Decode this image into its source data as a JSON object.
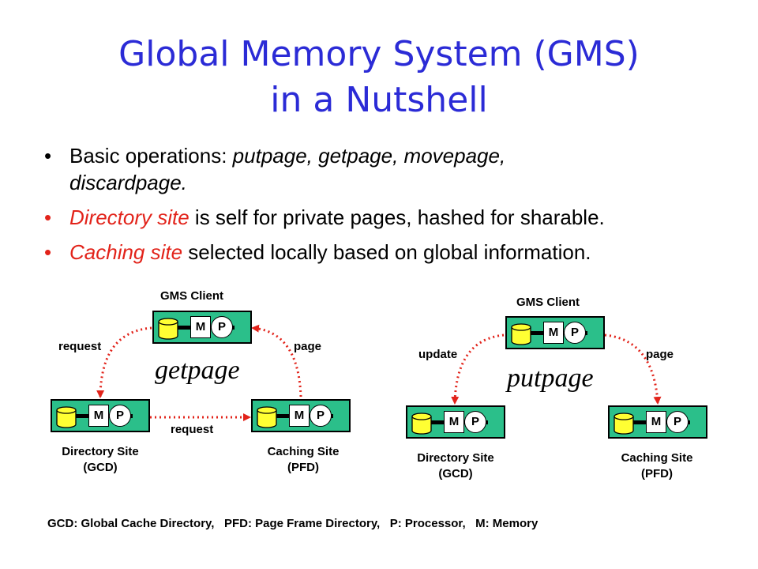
{
  "title": {
    "line1": "Global Memory System (GMS)",
    "line2": "in a Nutshell"
  },
  "bullets": [
    {
      "plain1": "Basic operations: ",
      "em1": "putpage, getpage, movepage,",
      "em2": "discardpage."
    },
    {
      "em": "Directory site",
      "plain": " is self for private pages, hashed for sharable."
    },
    {
      "em": "Caching site",
      "plain": " selected locally based on global information."
    }
  ],
  "bullet_char": "•",
  "node": {
    "memory_label": "M",
    "processor_label": "P"
  },
  "left_diagram": {
    "operation": "getpage",
    "client_label": "GMS Client",
    "directory_label_1": "Directory Site",
    "directory_label_2": "(GCD)",
    "caching_label_1": "Caching Site",
    "caching_label_2": "(PFD)",
    "arrow_left_label": "request",
    "arrow_right_label": "page",
    "arrow_bottom_label": "request"
  },
  "right_diagram": {
    "operation": "putpage",
    "client_label": "GMS Client",
    "directory_label_1": "Directory Site",
    "directory_label_2": "(GCD)",
    "caching_label_1": "Caching Site",
    "caching_label_2": "(PFD)",
    "arrow_left_label": "update",
    "arrow_right_label": "page"
  },
  "legend": "GCD: Global Cache Directory,   PFD: Page Frame Directory,   P: Processor,   M: Memory",
  "colors": {
    "title": "#2b2bd6",
    "emphasis": "#e2231a",
    "node_fill": "#2bbf8a",
    "arrow": "#e2231a"
  }
}
